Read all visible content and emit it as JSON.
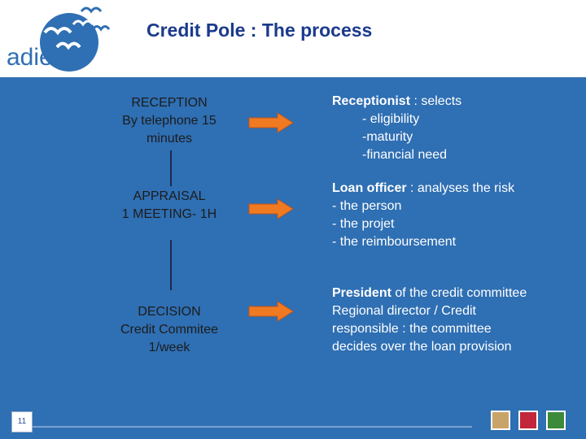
{
  "header": {
    "title": "Credit Pole : The process",
    "logo_text": "adie",
    "brand_color": "#2f6fb3"
  },
  "stages": [
    {
      "line1": "RECEPTION",
      "line2": "By telephone 15",
      "line3": "minutes"
    },
    {
      "line1": "APPRAISAL",
      "line2": "1 MEETING- 1H"
    },
    {
      "line1": "DECISION",
      "line2": "Credit Commitee",
      "line3": "1/week"
    }
  ],
  "descriptions": [
    {
      "bold": "Receptionist",
      "rest": " : selects",
      "items": [
        "- eligibility",
        "-maturity",
        "-financial need"
      ]
    },
    {
      "bold": "Loan officer",
      "rest": " : analyses the risk",
      "items": [
        "- the person",
        "- the projet",
        "- the reimboursement"
      ]
    },
    {
      "bold": "President",
      "rest": " of the credit committee",
      "items": [
        "Regional director / Credit",
        "responsible : the committee",
        "decides over the loan provision"
      ]
    }
  ],
  "footer": {
    "page_number": "11"
  },
  "colors": {
    "arrow": "#f07a22",
    "arrow_outline": "#c0561a"
  }
}
